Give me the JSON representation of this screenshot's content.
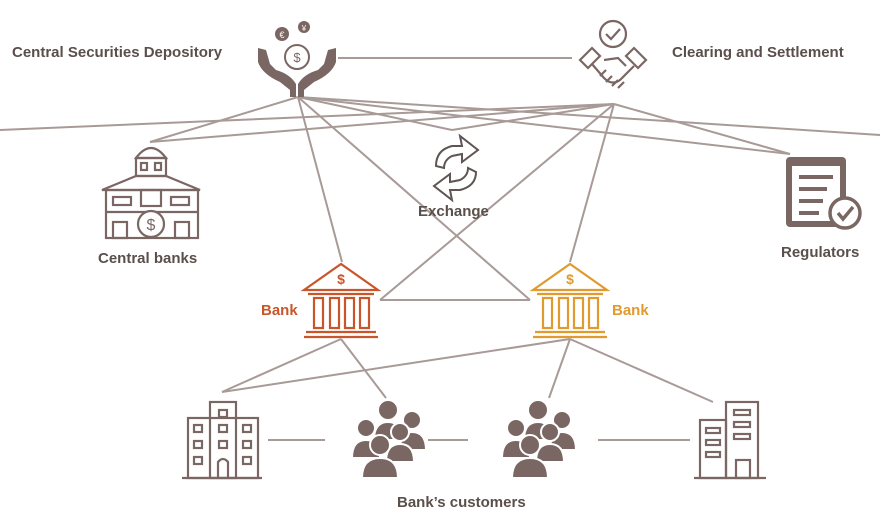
{
  "diagram": {
    "title": "",
    "colors": {
      "line": "#a89a96",
      "icon": "#7a6763",
      "text": "#5a4f4b",
      "bank_left": "#c8562a",
      "bank_right": "#e09a2e"
    },
    "nodes": {
      "csd": {
        "label": "Central Securities Depository",
        "icon": "hands-coins-icon"
      },
      "clearing": {
        "label": "Clearing and Settlement",
        "icon": "handshake-check-icon"
      },
      "central_banks": {
        "label": "Central banks",
        "icon": "central-bank-building-icon"
      },
      "exchange": {
        "label": "Exchange",
        "icon": "exchange-arrows-icon"
      },
      "regulators": {
        "label": "Regulators",
        "icon": "document-check-icon"
      },
      "bank_left": {
        "label": "Bank",
        "icon": "bank-icon"
      },
      "bank_right": {
        "label": "Bank",
        "icon": "bank-icon"
      },
      "corp_left": {
        "label": "",
        "icon": "office-building-icon"
      },
      "people_left": {
        "label": "",
        "icon": "people-group-icon"
      },
      "people_right": {
        "label": "",
        "icon": "people-group-icon"
      },
      "corp_right": {
        "label": "",
        "icon": "office-building-icon"
      }
    },
    "group_label": "Bank’s customers"
  }
}
